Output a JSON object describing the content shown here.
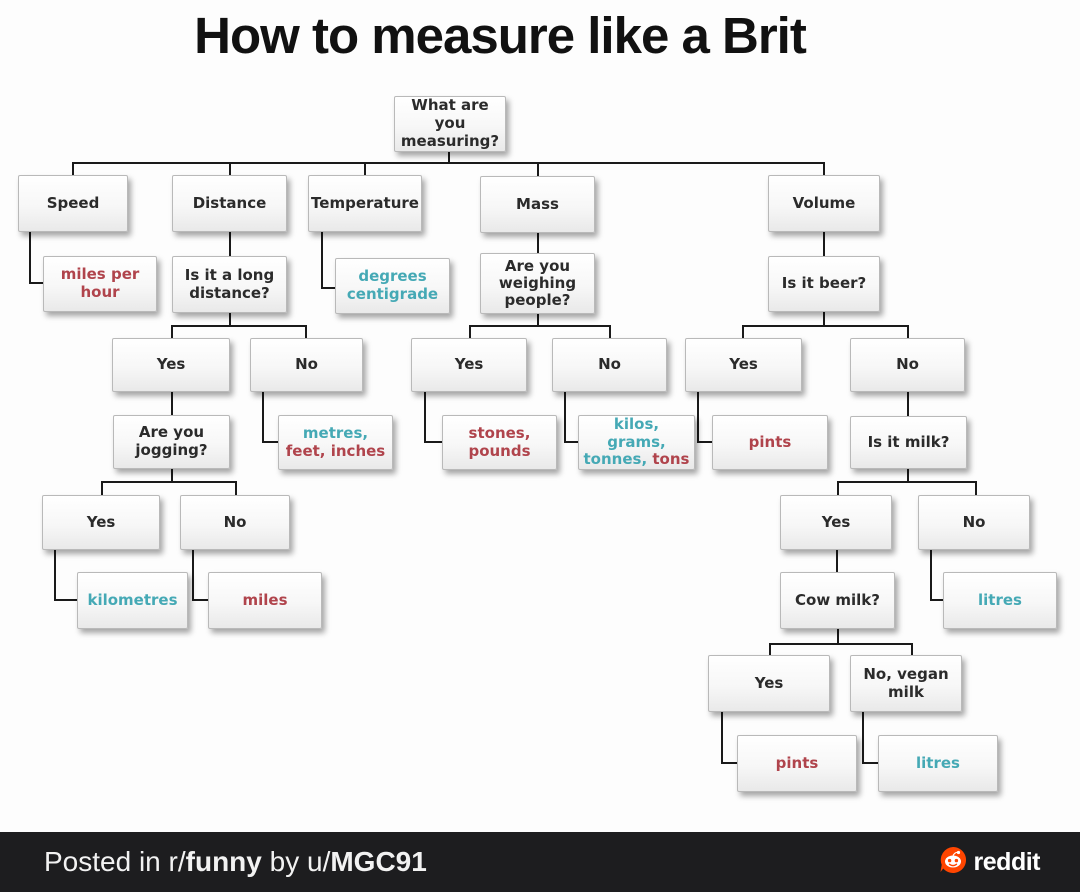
{
  "title": "How to measure like a Brit",
  "colors": {
    "teal": "#45a9b5",
    "red": "#b0444c",
    "reddit-orange": "#ff4500",
    "footer-bg": "#1d1d1f"
  },
  "nodes": {
    "root": {
      "label": "What are you measuring?"
    },
    "speed": {
      "label": "Speed"
    },
    "distance": {
      "label": "Distance"
    },
    "temperature": {
      "label": "Temperature"
    },
    "mass": {
      "label": "Mass"
    },
    "volume": {
      "label": "Volume"
    },
    "miles_per_hour": {
      "label": "miles per hour"
    },
    "long_distance": {
      "label": "Is it a long distance?"
    },
    "degrees_centigrade": {
      "label": "degrees centigrade"
    },
    "weighing_people": {
      "label": "Are you weighing people?"
    },
    "is_it_beer": {
      "label": "Is it beer?"
    },
    "yes_distance": {
      "label": "Yes"
    },
    "no_distance": {
      "label": "No"
    },
    "yes_mass": {
      "label": "Yes"
    },
    "no_mass": {
      "label": "No"
    },
    "yes_beer": {
      "label": "Yes"
    },
    "no_beer": {
      "label": "No"
    },
    "jogging": {
      "label": "Are you jogging?"
    },
    "metres_feet_inches": {
      "part_teal": "metres,",
      "part_red": " feet, inches"
    },
    "stones_pounds": {
      "label": "stones, pounds"
    },
    "kilos_grams": {
      "part_teal": "kilos, grams, tonnes,",
      "part_red": " tons"
    },
    "pints_beer": {
      "label": "pints"
    },
    "is_it_milk": {
      "label": "Is it milk?"
    },
    "yes_jogging": {
      "label": "Yes"
    },
    "no_jogging": {
      "label": "No"
    },
    "yes_milk": {
      "label": "Yes"
    },
    "no_milk": {
      "label": "No"
    },
    "kilometres": {
      "label": "kilometres"
    },
    "miles": {
      "label": "miles"
    },
    "cow_milk": {
      "label": "Cow milk?"
    },
    "litres_milk": {
      "label": "litres"
    },
    "yes_cow": {
      "label": "Yes"
    },
    "no_vegan_milk": {
      "label": "No, vegan milk"
    },
    "pints_cow": {
      "label": "pints"
    },
    "litres_vegan": {
      "label": "litres"
    }
  },
  "footer": {
    "prefix": "Posted in r/",
    "subreddit": "funny",
    "middle": " by u/",
    "username": "MGC91",
    "brand": "reddit"
  }
}
